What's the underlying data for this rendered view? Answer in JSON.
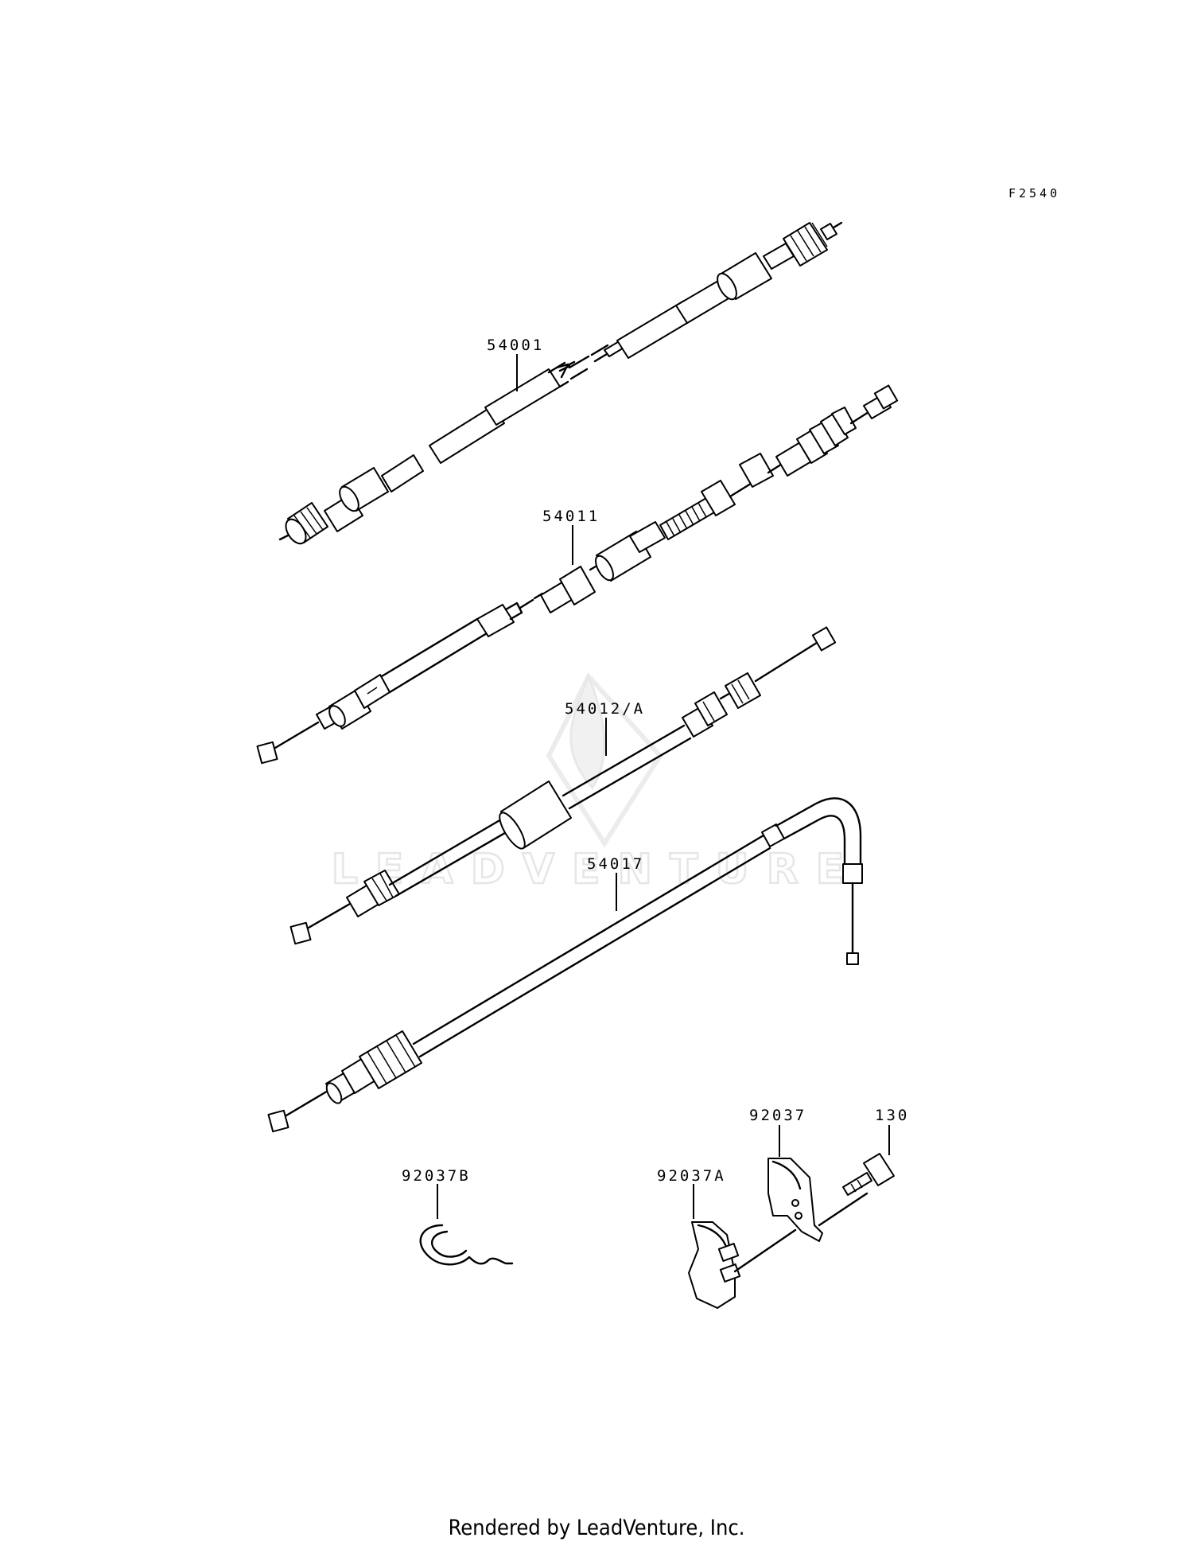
{
  "figure_code": "F2540",
  "footer": "Rendered by LeadVenture, Inc.",
  "watermark": "LEADVENTURE",
  "parts": [
    {
      "id": "speedometer-cable",
      "label": "54001"
    },
    {
      "id": "clutch-cable",
      "label": "54011"
    },
    {
      "id": "throttle-cable",
      "label": "54012/A"
    },
    {
      "id": "choke-cable",
      "label": "54017"
    },
    {
      "id": "cable-clamp",
      "label": "92037"
    },
    {
      "id": "cable-clamp-a",
      "label": "92037A"
    },
    {
      "id": "cable-clip-b",
      "label": "92037B"
    },
    {
      "id": "bolt",
      "label": "130"
    }
  ]
}
